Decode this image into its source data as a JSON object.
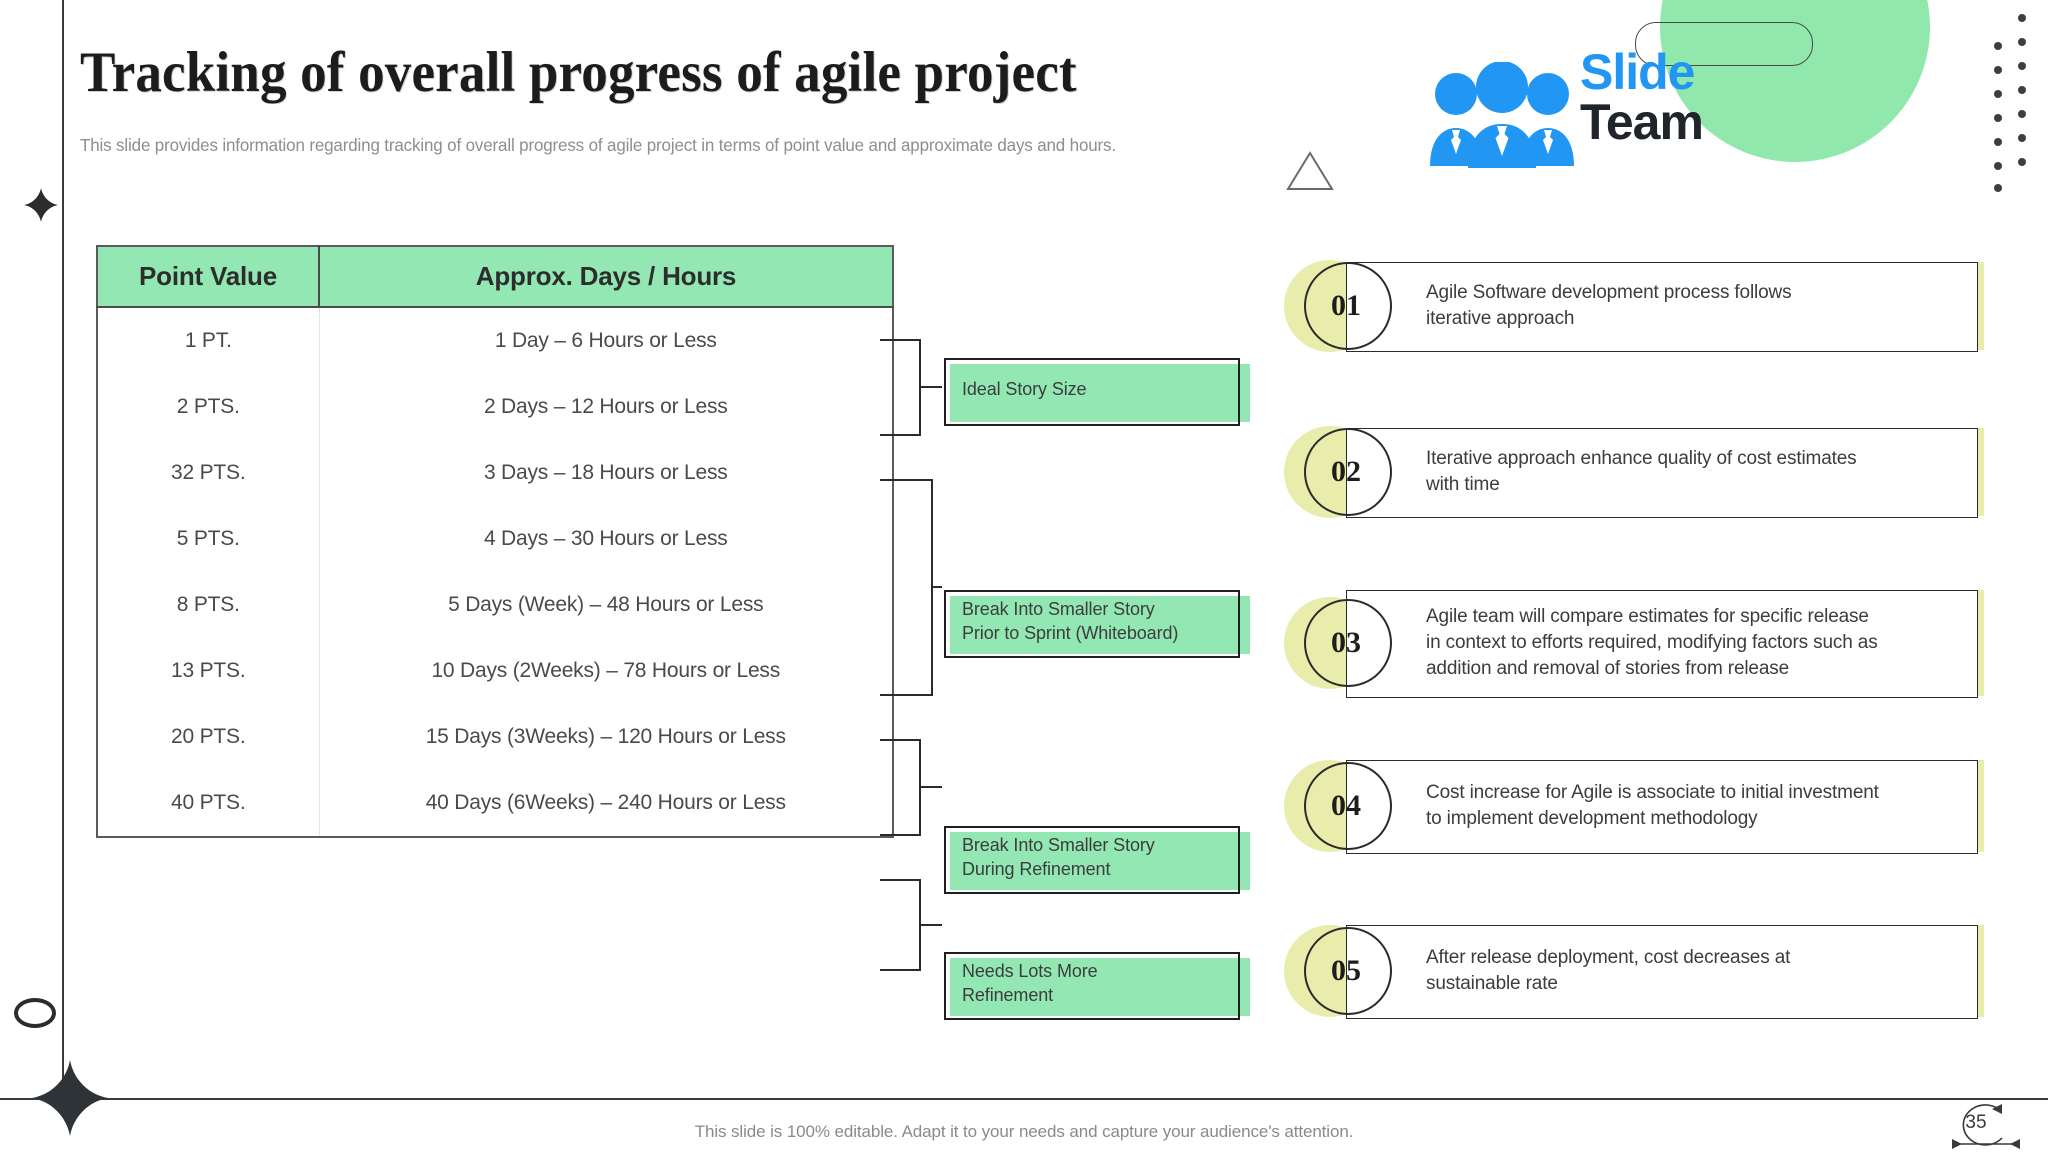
{
  "header": {
    "title": "Tracking of overall progress of agile project",
    "subtitle": "This slide provides information regarding tracking of overall progress of agile project in terms of point value and approximate days and hours."
  },
  "logo": {
    "word1": "Slide",
    "word2": "Team",
    "blue": "#2196f3",
    "dark": "#20252b",
    "green": "#90e8ad"
  },
  "table": {
    "headers": [
      "Point Value",
      "Approx. Days / Hours"
    ],
    "header_bg": "#92e7b2",
    "rows": [
      {
        "point": "1 PT.",
        "approx": "1 Day – 6 Hours or Less"
      },
      {
        "point": "2 PTS.",
        "approx": "2 Days – 12 Hours or Less"
      },
      {
        "point": "32 PTS.",
        "approx": "3 Days – 18 Hours or Less"
      },
      {
        "point": "5 PTS.",
        "approx": "4 Days – 30 Hours or Less"
      },
      {
        "point": "8 PTS.",
        "approx": "5 Days (Week) – 48 Hours or Less"
      },
      {
        "point": "13 PTS.",
        "approx": "10 Days (2Weeks)  – 78 Hours or Less"
      },
      {
        "point": "20 PTS.",
        "approx": "15 Days (3Weeks) – 120 Hours or Less"
      },
      {
        "point": "40 PTS.",
        "approx": "40 Days (6Weeks) – 240 Hours or Less"
      }
    ]
  },
  "callouts": [
    {
      "line1": "Ideal Story Size",
      "line2": ""
    },
    {
      "line1": "Break Into Smaller Story",
      "line2": "Prior to Sprint (Whiteboard)"
    },
    {
      "line1": "Break Into Smaller Story",
      "line2": "During Refinement"
    },
    {
      "line1": "Needs Lots More",
      "line2": "Refinement"
    }
  ],
  "items": [
    {
      "number": "01",
      "line1": "Agile Software  development  process follows",
      "line2": "iterative  approach",
      "line3": ""
    },
    {
      "number": "02",
      "line1": "Iterative  approach  enhance quality of cost estimates",
      "line2": "with time",
      "line3": ""
    },
    {
      "number": "03",
      "line1": "Agile team will  compare  estimates for  specific release",
      "line2": "in context to efforts  required,  modifying  factors such as",
      "line3": "addition and removal  of stories from release"
    },
    {
      "number": "04",
      "line1": "Cost increase for Agile is associate to initial investment",
      "line2": "to implement  development  methodology",
      "line3": ""
    },
    {
      "number": "05",
      "line1": "After release deployment, cost decreases at",
      "line2": "sustainable rate",
      "line3": ""
    }
  ],
  "footer": {
    "note": "This slide is 100% editable. Adapt it to your needs and capture your audience's attention.",
    "page": "35"
  }
}
